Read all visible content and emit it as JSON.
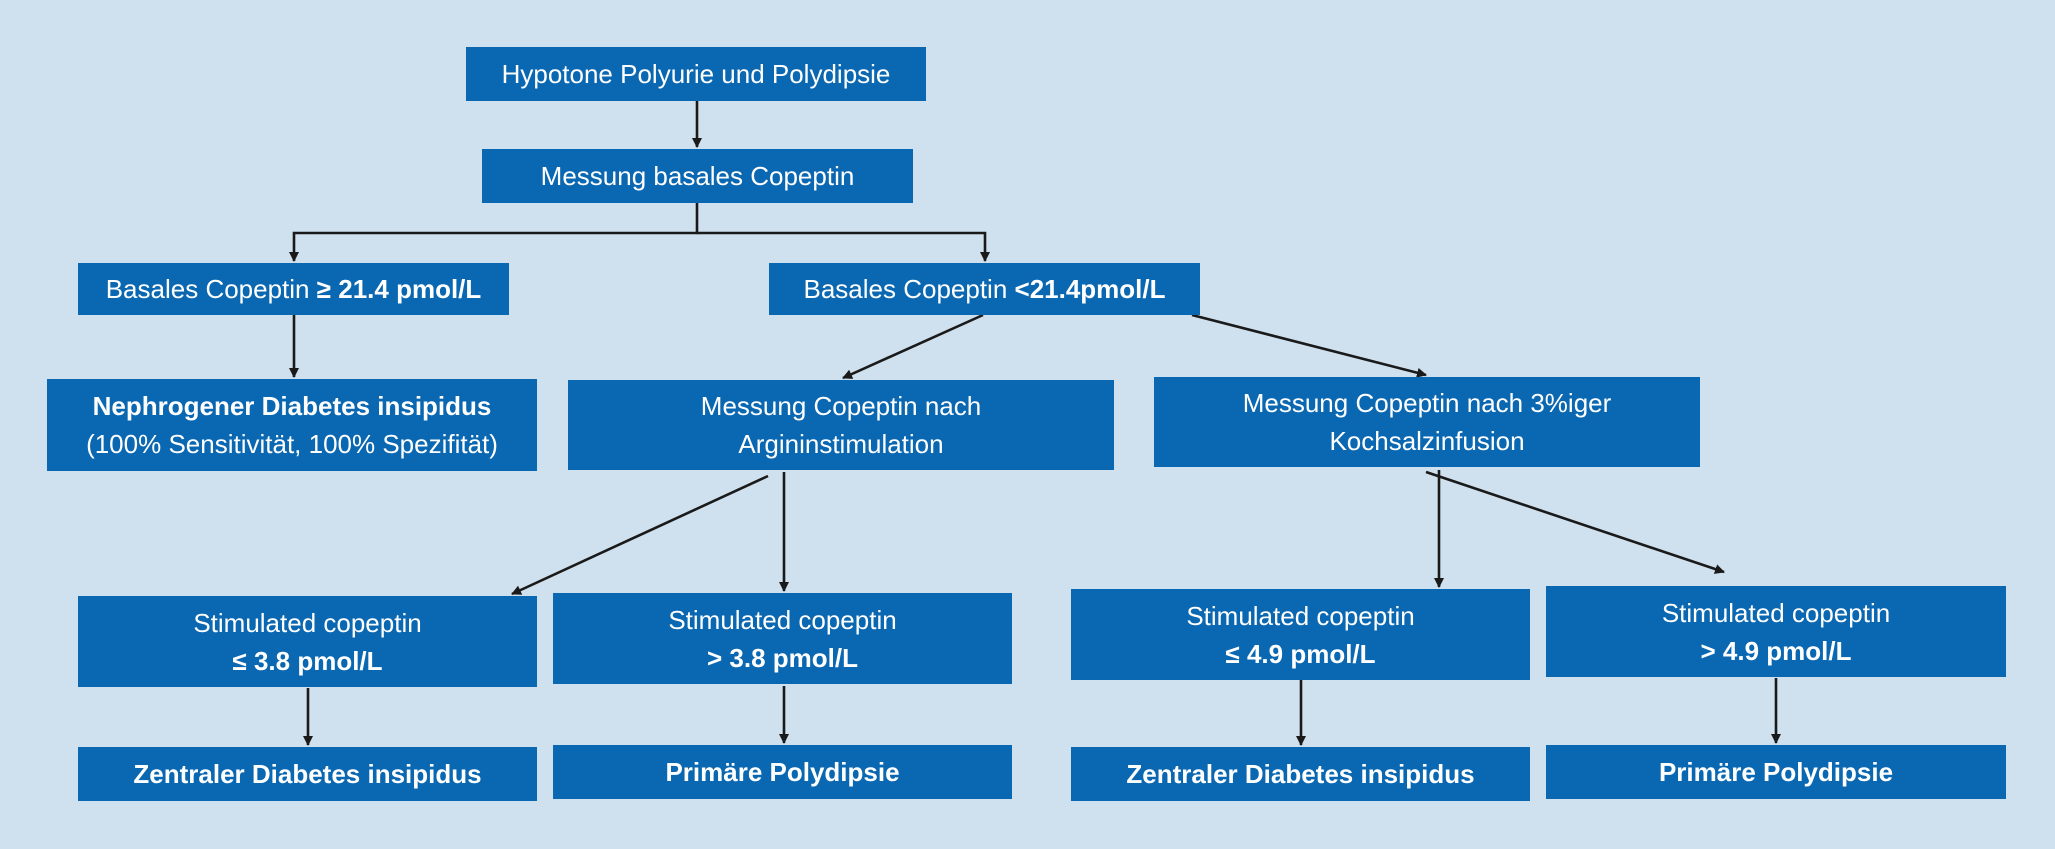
{
  "colors": {
    "background": "#cfe1ee",
    "box": "#0a67b1",
    "box_text": "#ffffff",
    "arrow": "#1a1a1a"
  },
  "nodes": {
    "start": "Hypotone Polyurie und Polydipsie",
    "basal": "Messung basales Copeptin",
    "high": {
      "text": "Basales Copeptin ",
      "value": "≥ 21.4 pmol/L"
    },
    "low": {
      "text": "Basales Copeptin ",
      "value": "<21.4pmol/L"
    },
    "nephro": {
      "title": "Nephrogener Diabetes insipidus",
      "detail": "(100% Sensitivität, 100% Spezifität)"
    },
    "arginine": {
      "line1": "Messung Copeptin nach",
      "line2": "Argininstimulation"
    },
    "saline": {
      "line1": "Messung Copeptin nach 3%iger",
      "line2": "Kochsalzinfusion"
    },
    "arg_low": {
      "line1": "Stimulated copeptin",
      "line2": "≤ 3.8 pmol/L"
    },
    "arg_high": {
      "line1": "Stimulated copeptin",
      "line2": "> 3.8 pmol/L"
    },
    "sal_low": {
      "line1": "Stimulated copeptin",
      "line2": "≤ 4.9 pmol/L"
    },
    "sal_high": {
      "line1": "Stimulated copeptin",
      "line2": "> 4.9 pmol/L"
    },
    "arg_central": "Zentraler Diabetes insipidus",
    "arg_primary": "Primäre Polydipsie",
    "sal_central": "Zentraler Diabetes insipidus",
    "sal_primary": "Primäre Polydipsie"
  }
}
